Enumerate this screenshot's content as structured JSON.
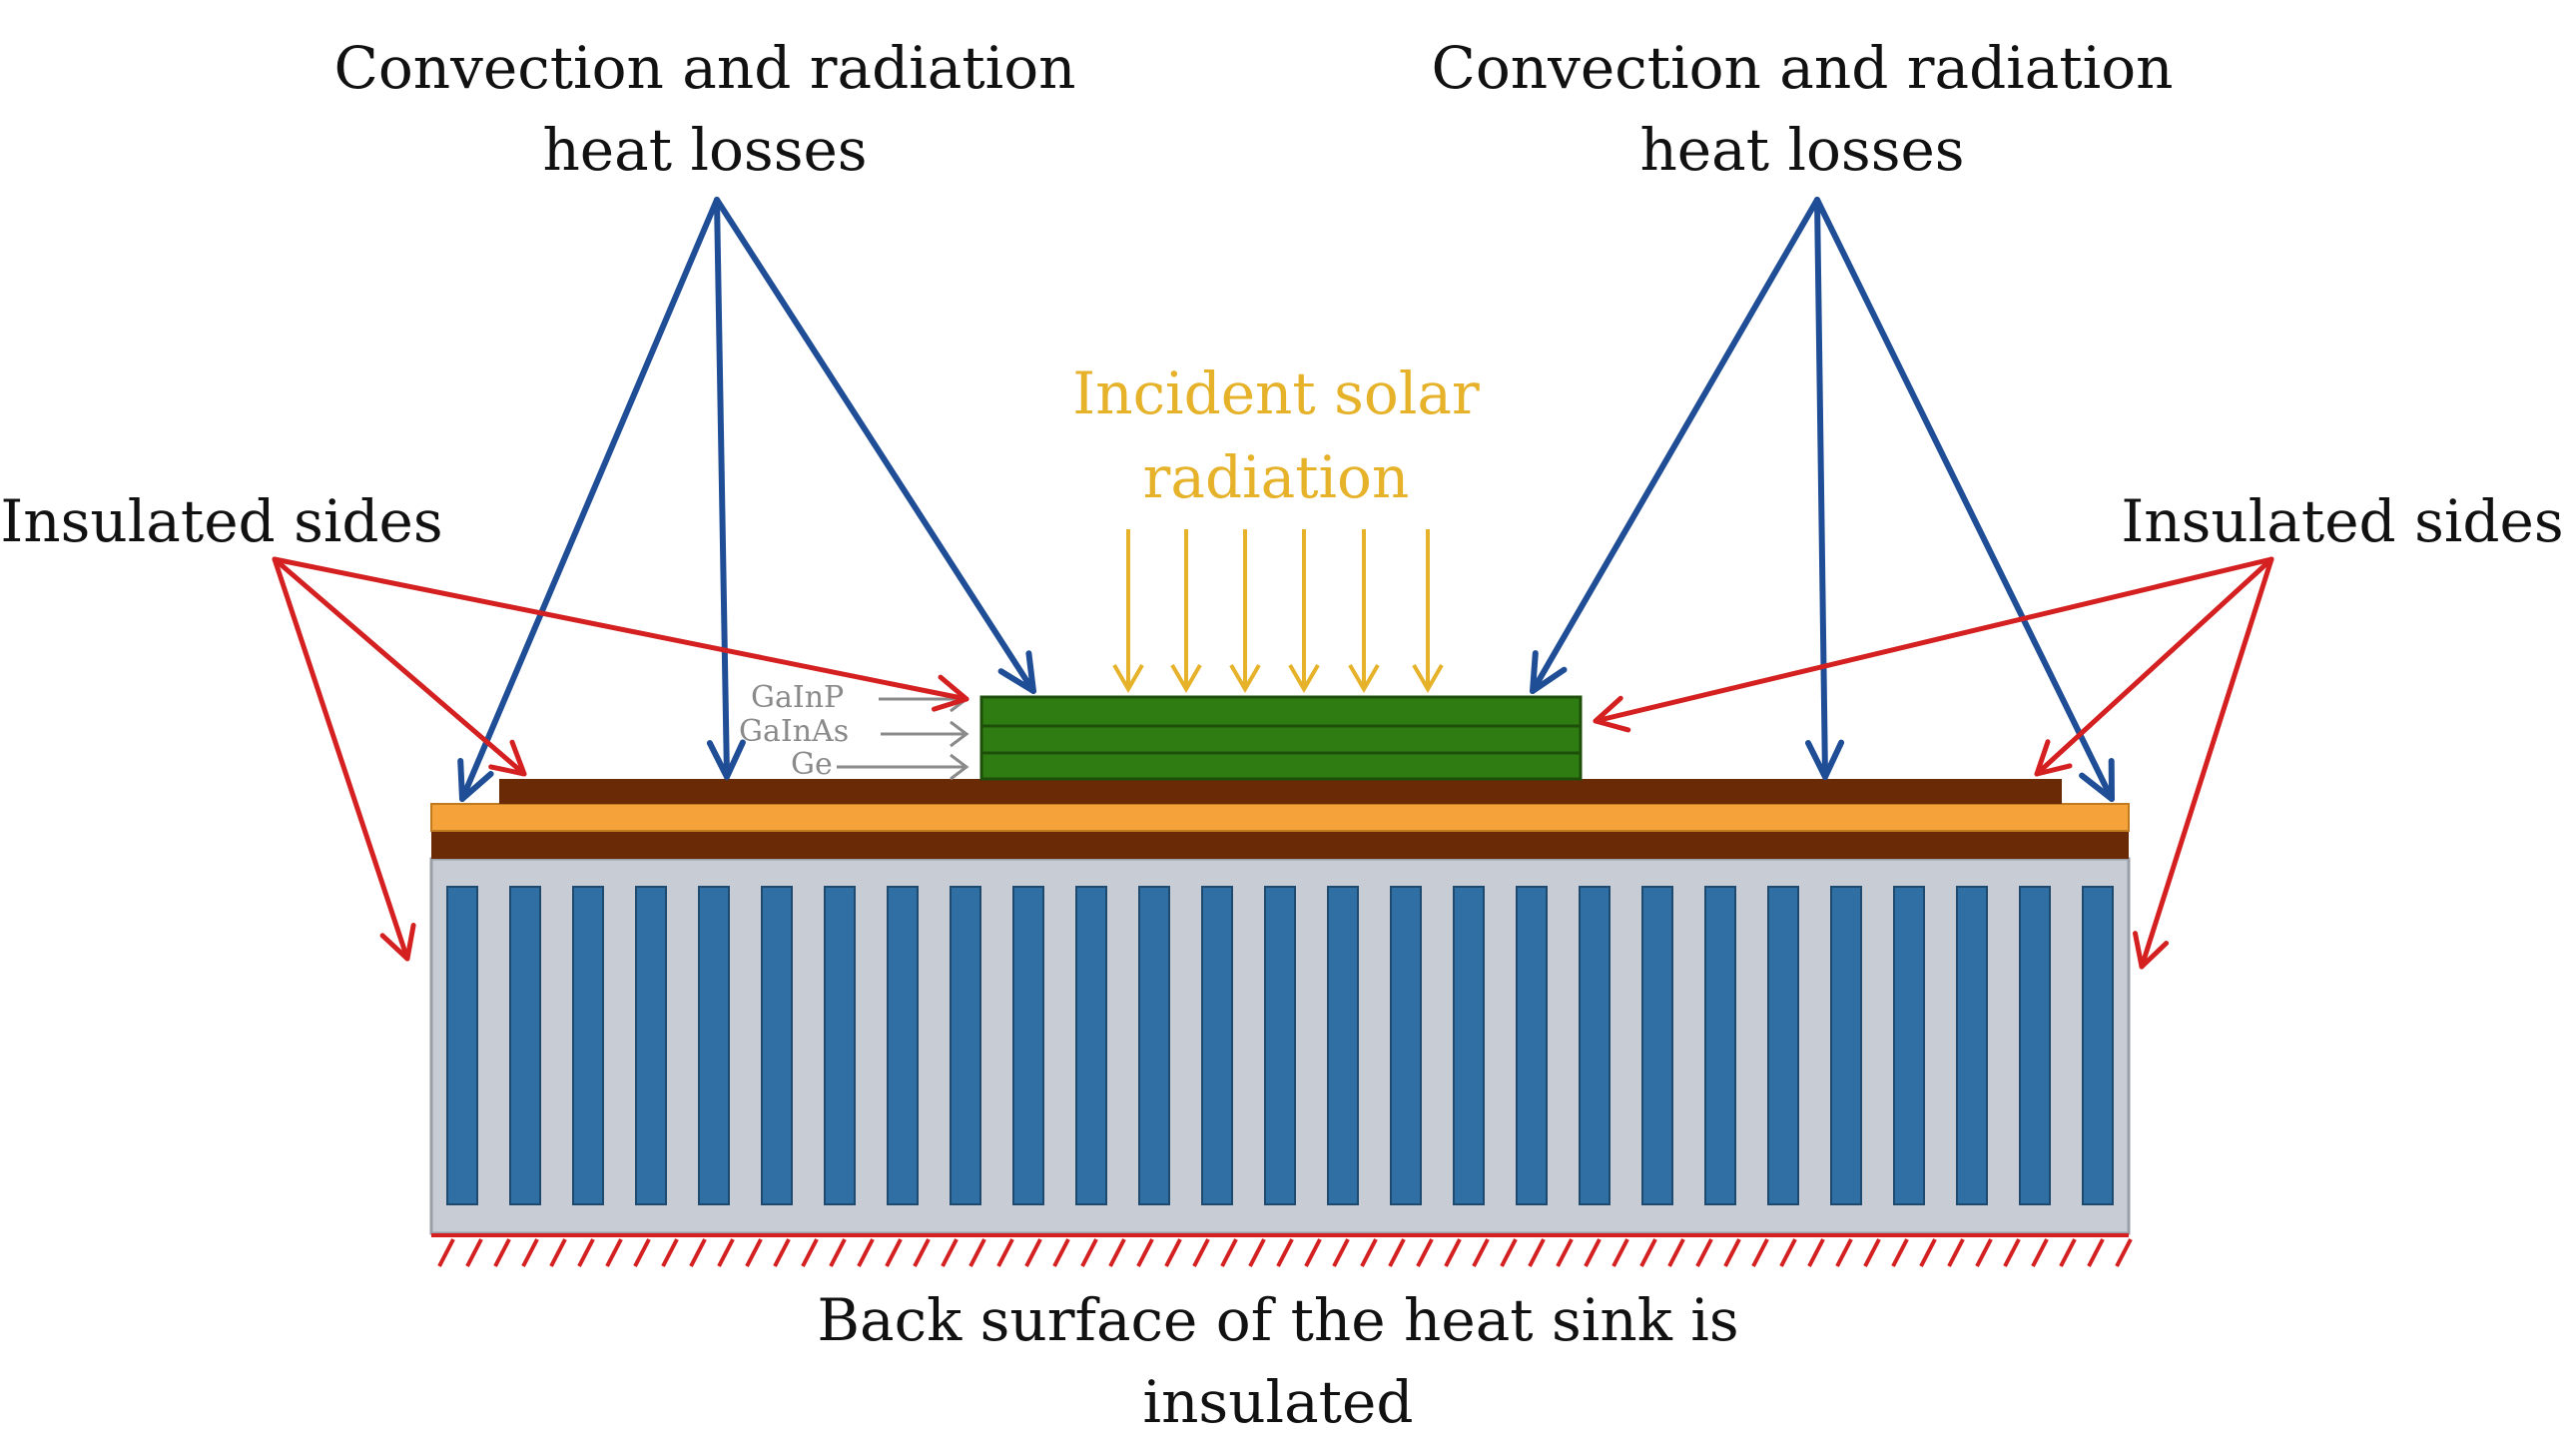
{
  "labels": {
    "conv_left_1": "Convection and radiation",
    "conv_left_2": "heat losses",
    "conv_right_1": "Convection and radiation",
    "conv_right_2": "heat losses",
    "solar_1": "Incident solar",
    "solar_2": "radiation",
    "insulated_left": "Insulated sides",
    "insulated_right": "Insulated sides",
    "back_1": "Back surface of the heat sink is",
    "back_2": "insulated"
  },
  "layers": {
    "top": "GaInP",
    "middle": "GaInAs",
    "bottom": "Ge"
  },
  "colors": {
    "convection_arrow": "#1f4e96",
    "insulated_arrow": "#d42020",
    "solar": "#e6b22a",
    "cell_green": "#2f7d12",
    "copper_brown": "#6b2a06",
    "orange_layer": "#f5a23a",
    "sink_gray": "#c8ccd4",
    "fin_blue": "#2f6fa3"
  }
}
